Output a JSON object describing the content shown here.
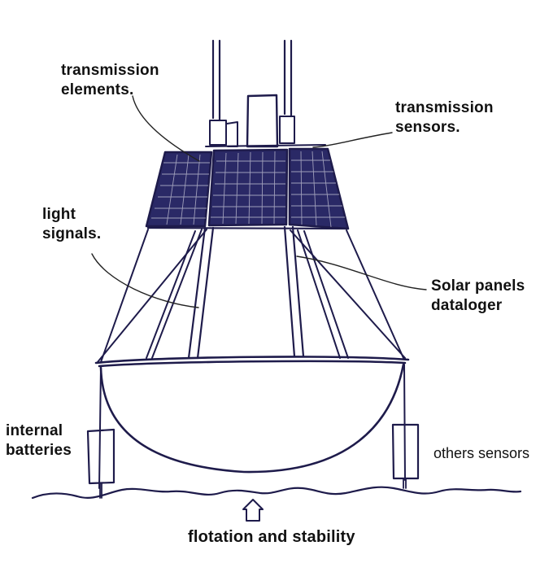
{
  "colors": {
    "ink": "#1e1b4b",
    "panel": "#2a2966",
    "label": "#111111",
    "background": "#ffffff"
  },
  "labels": {
    "transmission_elements": [
      "transmission",
      "elements."
    ],
    "transmission_sensors": [
      "transmission",
      "sensors."
    ],
    "light_signals": [
      "light",
      "signals."
    ],
    "solar_panels": [
      "Solar panels",
      "dataloger"
    ],
    "internal_batteries": [
      "internal",
      "batteries"
    ],
    "others_sensors": "others sensors",
    "flotation": "flotation and stability"
  }
}
